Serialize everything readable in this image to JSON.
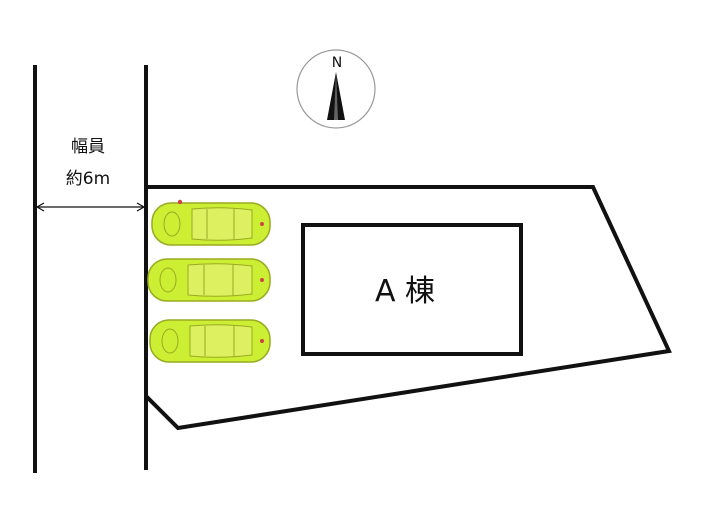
{
  "road_width": {
    "line1": "幅員",
    "line2": "約6m"
  },
  "building": {
    "label": "A 棟"
  },
  "compass": {
    "north_label": "N"
  },
  "parking": {
    "car_count": 3,
    "car_color": "#ccee33",
    "car_outline": "#99aa22"
  },
  "colors": {
    "line": "#111111",
    "background": "#ffffff"
  }
}
